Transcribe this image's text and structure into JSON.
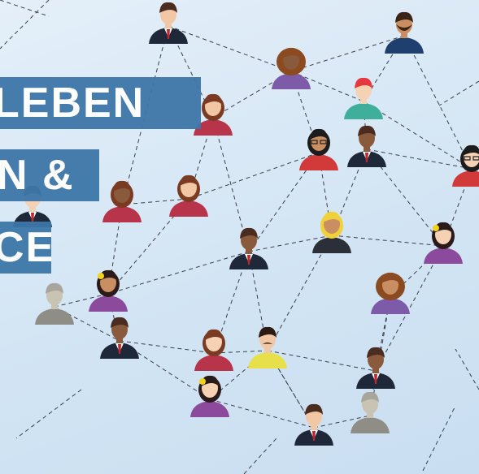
{
  "banner": {
    "line1": "LEBEN",
    "line2": "N &",
    "line3": "CE"
  },
  "colors": {
    "background": "#d6e6f5",
    "banner": "#3d77a9",
    "line": "#3a3f4a"
  },
  "people": [
    {
      "icon": "person-suit-icon"
    },
    {
      "icon": "person-beard-icon"
    },
    {
      "icon": "person-curly-hair-icon"
    },
    {
      "icon": "person-red-hair-icon"
    },
    {
      "icon": "person-long-hair-icon"
    },
    {
      "icon": "person-glasses-icon"
    },
    {
      "icon": "person-suit-icon"
    },
    {
      "icon": "person-glasses-icon"
    },
    {
      "icon": "person-long-hair-icon"
    },
    {
      "icon": "person-blonde-icon"
    },
    {
      "icon": "person-suit-icon"
    },
    {
      "icon": "person-flower-icon"
    },
    {
      "icon": "person-silhouette-icon"
    },
    {
      "icon": "person-flower-icon"
    },
    {
      "icon": "person-suit-icon"
    },
    {
      "icon": "person-long-hair-icon"
    },
    {
      "icon": "person-mustache-icon"
    },
    {
      "icon": "person-curly-hair-icon"
    },
    {
      "icon": "person-suit-icon"
    },
    {
      "icon": "person-flower-icon"
    },
    {
      "icon": "person-suit-icon"
    },
    {
      "icon": "person-silhouette-icon"
    },
    {
      "icon": "person-long-hair-icon"
    },
    {
      "icon": "person-suit-icon"
    }
  ]
}
